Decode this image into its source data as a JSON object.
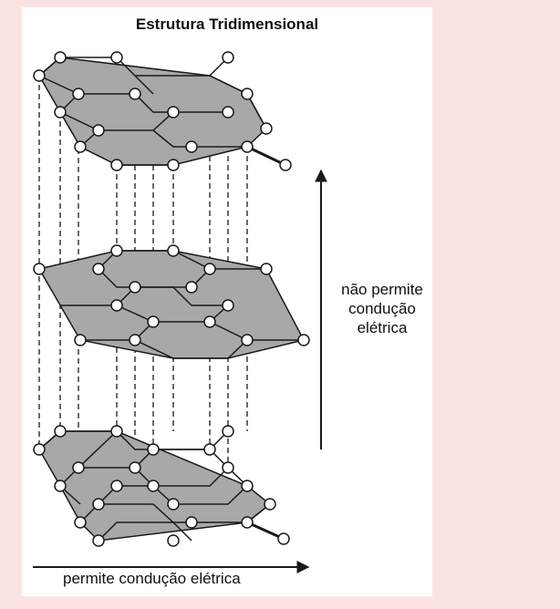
{
  "title": "Estrutura Tridimensional",
  "vertical_arrow_label": [
    "não permite",
    "condução",
    "elétrica"
  ],
  "horizontal_arrow_label": "permite condução elétrica",
  "colors": {
    "background": "#fbe3e4",
    "panel": "#ffffff",
    "sheet_fill": "#a8a8a8",
    "atom_fill": "#ffffff",
    "line": "#1a1a1a"
  }
}
